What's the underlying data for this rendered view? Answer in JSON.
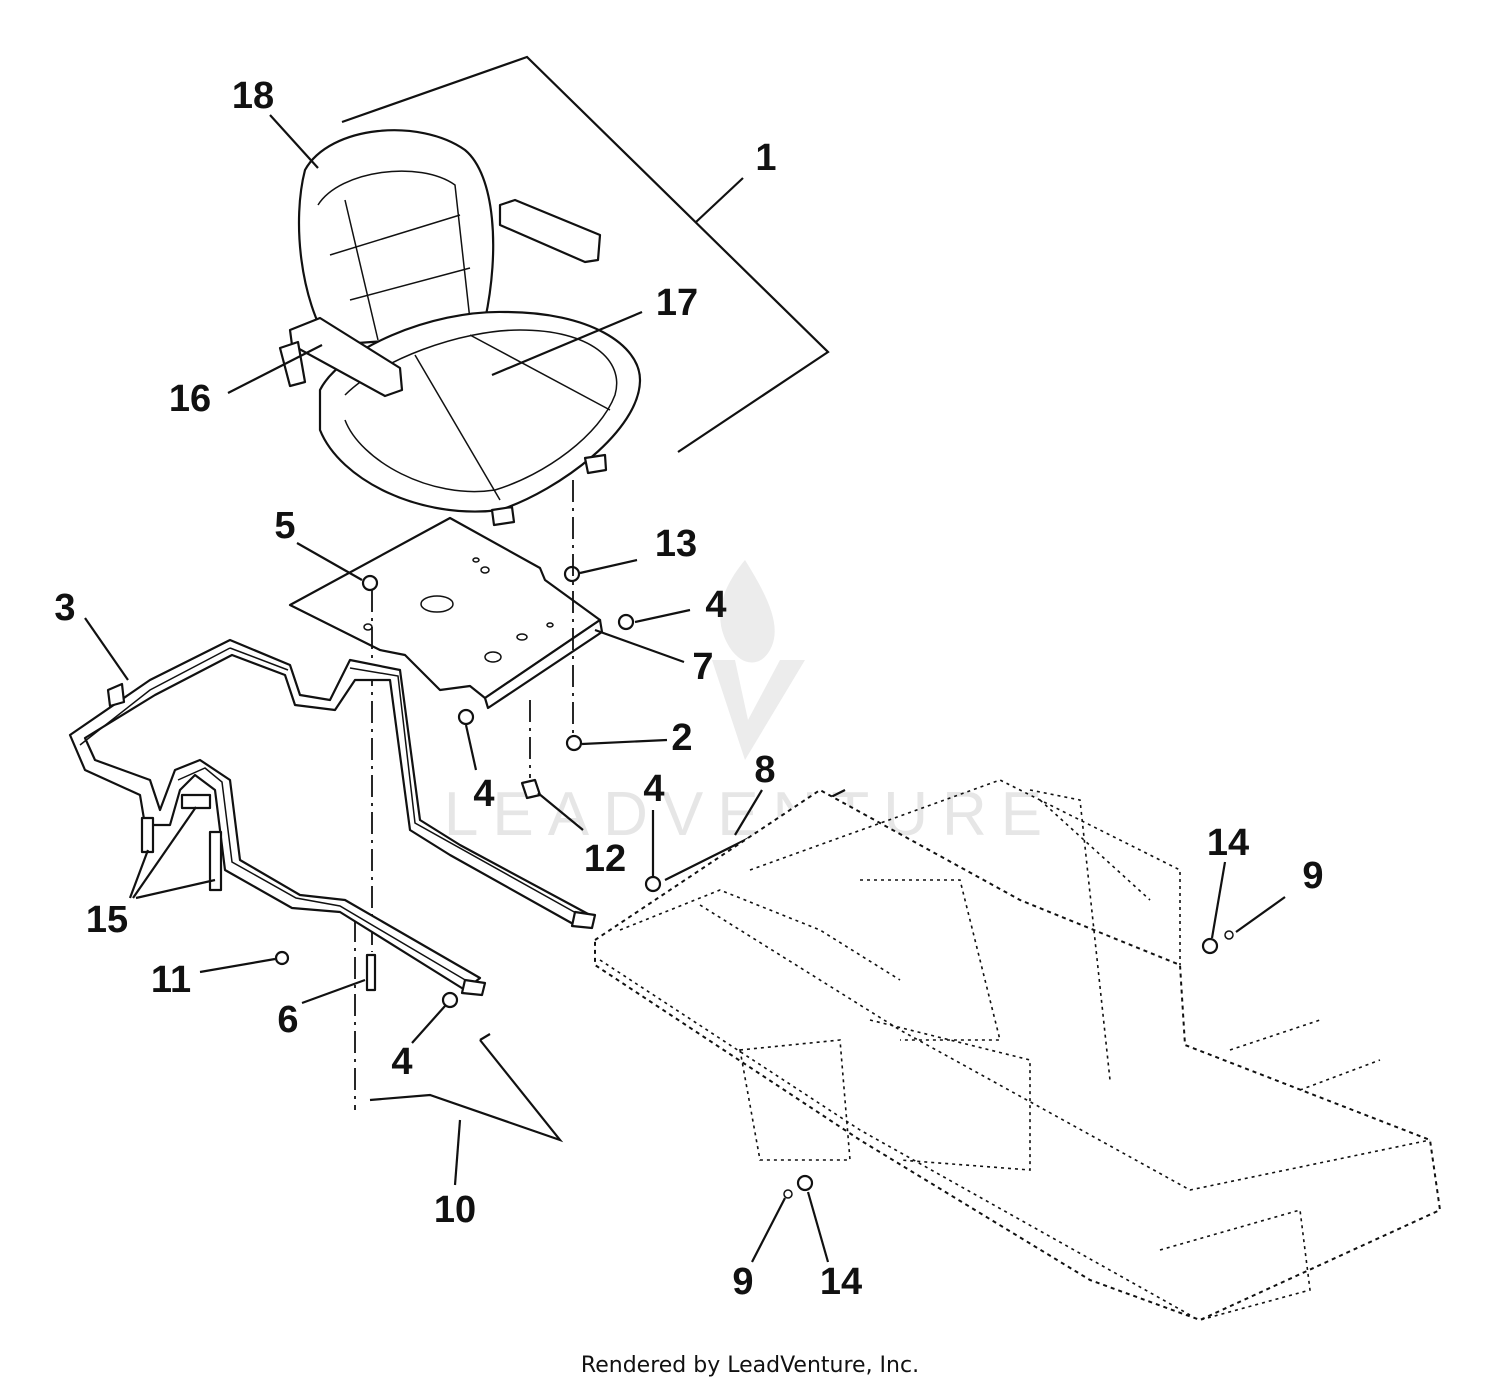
{
  "diagram": {
    "callouts": [
      {
        "label": "18"
      },
      {
        "label": "1"
      },
      {
        "label": "17"
      },
      {
        "label": "16"
      },
      {
        "label": "5"
      },
      {
        "label": "13"
      },
      {
        "label": "3"
      },
      {
        "label": "4"
      },
      {
        "label": "7"
      },
      {
        "label": "2"
      },
      {
        "label": "4"
      },
      {
        "label": "8"
      },
      {
        "label": "4"
      },
      {
        "label": "12"
      },
      {
        "label": "14"
      },
      {
        "label": "9"
      },
      {
        "label": "15"
      },
      {
        "label": "11"
      },
      {
        "label": "6"
      },
      {
        "label": "4"
      },
      {
        "label": "10"
      },
      {
        "label": "9"
      },
      {
        "label": "14"
      }
    ],
    "watermark": "LEADVENTURE",
    "footer": "Rendered by LeadVenture, Inc."
  }
}
